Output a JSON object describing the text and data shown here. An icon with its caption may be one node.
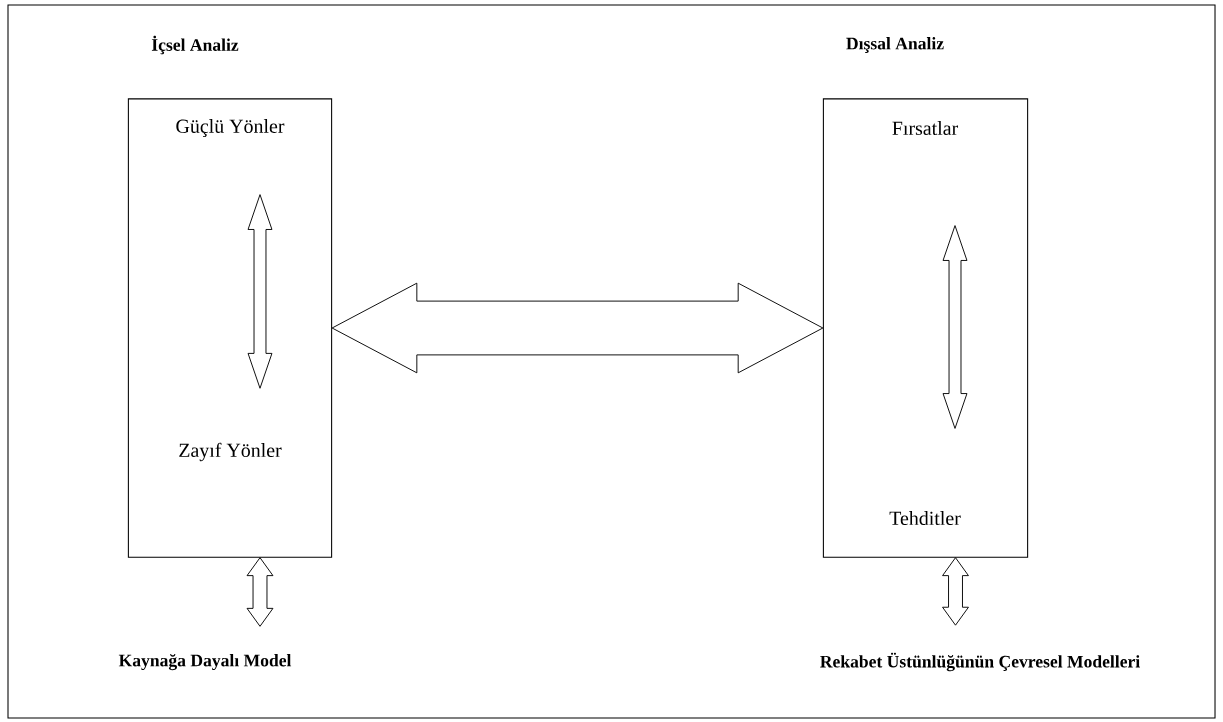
{
  "diagram": {
    "nodes": [
      {
        "text": [
          "İçsel Analiz"
        ]
      },
      {
        "text": [
          "Güçlü Yönler"
        ],
        "in": 0
      },
      {
        "text": [
          "Zayıf Yönler"
        ],
        "in": 0
      },
      {
        "text": [
          "Dışsal Analiz"
        ]
      },
      {
        "text": [
          "Fırsatlar"
        ],
        "in": 3
      },
      {
        "text": [
          "Tehditler"
        ],
        "in": 3
      },
      {
        "text": [
          "Kaynağa Dayalı Model"
        ]
      },
      {
        "text": [
          "Rekabet Üstünlüğünün Çevresel Modelleri"
        ]
      }
    ],
    "edges": [
      {
        "from": 1,
        "to": 2,
        "arrow": "both"
      },
      {
        "from": 0,
        "to": 3,
        "arrow": "both"
      },
      {
        "from": 4,
        "to": 5,
        "arrow": "both"
      },
      {
        "from": 0,
        "to": 6,
        "arrow": "both"
      },
      {
        "from": 3,
        "to": 7,
        "arrow": "both"
      }
    ]
  }
}
